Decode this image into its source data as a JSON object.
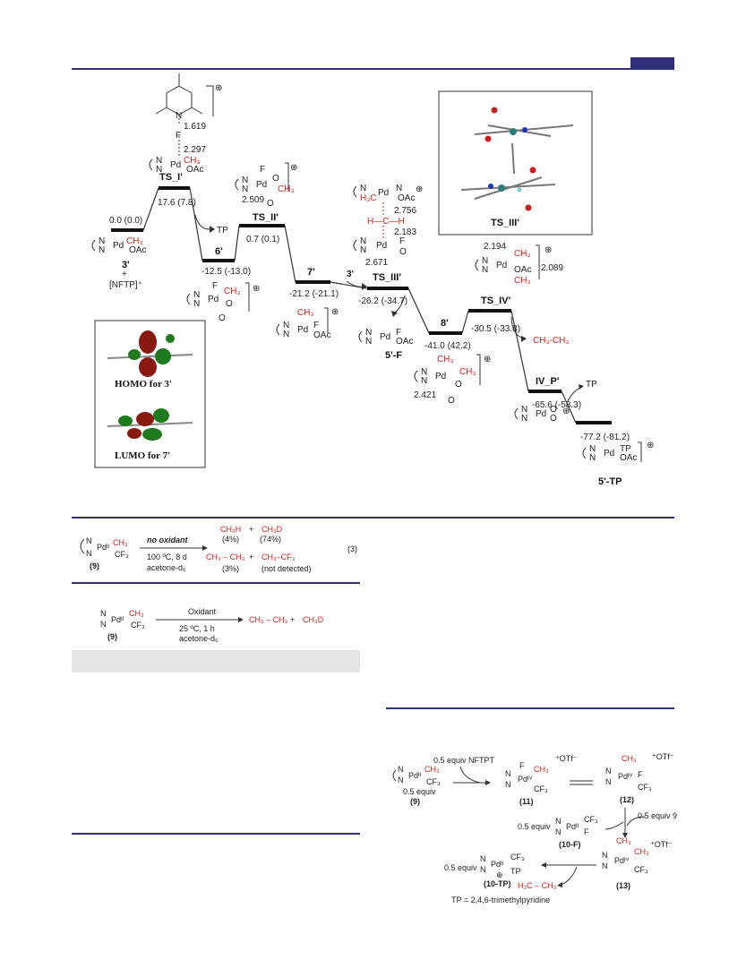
{
  "figure": {
    "states": [
      {
        "id": "3",
        "label": "3'",
        "energy": "0.0 (0.0)"
      },
      {
        "id": "TS_I",
        "label": "TS_I'",
        "energy": "17.6 (7.8)"
      },
      {
        "id": "6",
        "label": "6'",
        "energy": "-12.5 (-13.0)"
      },
      {
        "id": "TS_II",
        "label": "TS_II'",
        "energy": "0.7 (0.1)"
      },
      {
        "id": "7",
        "label": "7'",
        "energy": "-21.2 (-21.1)"
      },
      {
        "id": "TS_III",
        "label": "TS_III'",
        "energy": "-26.2 (-34.7)"
      },
      {
        "id": "8",
        "label": "8'",
        "energy": "-41.0 (42.2)"
      },
      {
        "id": "TS_IV",
        "label": "TS_IV'",
        "energy": "-30.5 (-33.8)"
      },
      {
        "id": "IV_P",
        "label": "IV_P'",
        "energy": "-65.6 (-58.3)"
      },
      {
        "id": "5TP",
        "label": "5'-TP",
        "energy": "-77.2 (-81.2)"
      }
    ],
    "annotations": {
      "tp_release": "TP",
      "tp_add": "TP",
      "three_prime_in": "3'",
      "nftp": "[NFTP]⁺",
      "plus": "+",
      "five_f": "5'-F",
      "ethane": "CH₃-CH₃",
      "d1619": "1.619",
      "d2297": "2.297",
      "d2509": "2.509",
      "d2756": "2.756",
      "d2183": "2.183",
      "d2671": "2.671",
      "d2194": "2.194",
      "d2089": "2.089",
      "d2421": "2.421",
      "ts3_inset": "TS_III'",
      "homo": "HOMO for 3'",
      "lumo": "LUMO for 7'",
      "pd": "Pd",
      "oac": "OAc",
      "ch3": "CH₃",
      "f": "F",
      "n": "N",
      "o": "O",
      "h3c": "H₃C",
      "hch": "H—C—H",
      "cplus": "⊕",
      "tpo": "TP"
    }
  },
  "eq3": {
    "reactant": "(9)",
    "metal": "Pdᴵᴵ",
    "ch3": "CH₃",
    "cf3": "CF₃",
    "arrow_top": "no oxidant",
    "arrow_bot1": "100 ºC, 8 d",
    "arrow_bot2": "acetone-d₆",
    "p1": "CH₃H",
    "p1v": "(4%)",
    "p2": "CH₃D",
    "p2v": "(74%)",
    "p3": "CH₃ – CH₃",
    "p3v": "(3%)",
    "p4": "CH₃–CF₃",
    "p4v": "(not detected)",
    "plus": "+",
    "number": "(3)"
  },
  "scheme2": {
    "reactant": "(9)",
    "metal": "Pdᴵᴵ",
    "ch3": "CH₃",
    "cf3": "CF₃",
    "arrow_top": "Oxidant",
    "arrow_bot1": "25 ºC, 1 h",
    "arrow_bot2": "acetone-d₆",
    "p1": "CH₃ – CH₃",
    "plus": "+",
    "p2": "CH₃D"
  },
  "mechanism": {
    "reagent": "0.5 equiv NFTPT",
    "equiv9": "0.5 equiv",
    "l9": "(9)",
    "l11": "(11)",
    "l12": "(12)",
    "l10f": "(10-F)",
    "l13": "(13)",
    "l10tp": "(10-TP)",
    "add9": "0.5 equiv 9",
    "eq10f": "0.5 equiv",
    "eq10tp": "0.5 equiv",
    "otf": "⁺OTf⁻",
    "pdii": "Pdᴵᴵ",
    "pdiv": "Pdᴵⱽ",
    "ch3": "CH₃",
    "cf3": "CF₃",
    "f": "F",
    "tp": "TP",
    "ethane": "H₃C – CH₃",
    "tp_def": "TP = 2,4,6-trimethylpyridine"
  }
}
